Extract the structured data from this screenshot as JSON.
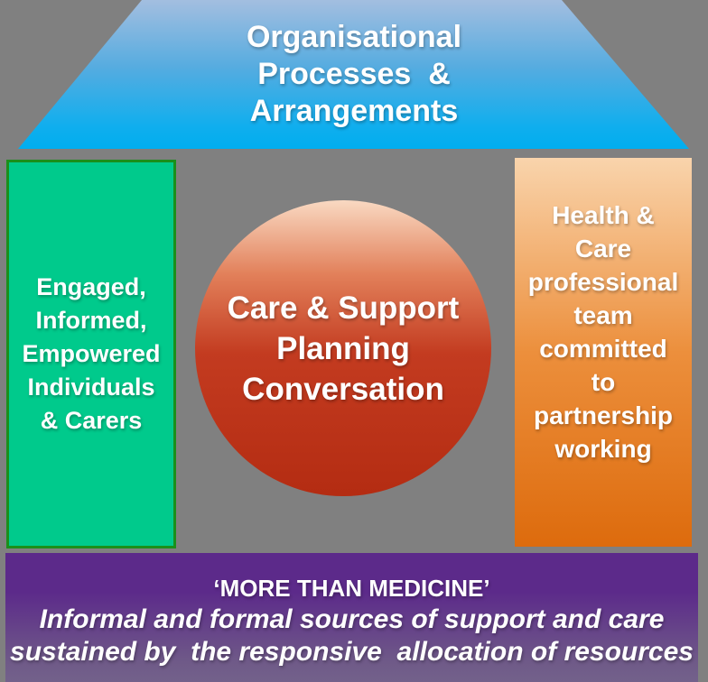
{
  "colors": {
    "background": "#808080",
    "trapezoid_top": "#A3BEE0",
    "trapezoid_bottom": "#00AEEF",
    "left_box_fill": "#00CA8C",
    "left_box_border": "#1B8F1B",
    "circle_top": "#F9D9C2",
    "circle_bottom": "#B42C12",
    "right_box_top": "#F9D4AC",
    "right_box_bottom": "#DD6B0D",
    "bottom_bar_top": "#5C2A8A",
    "bottom_bar_bottom": "#73618B",
    "text": "#FFFFFF"
  },
  "trapezoid": {
    "lines": [
      "Organisational",
      "Processes  &",
      "Arrangements"
    ]
  },
  "left_box": {
    "lines": [
      "Engaged,",
      "Informed,",
      "Empowered",
      "Individuals",
      "& Carers"
    ]
  },
  "circle": {
    "lines": [
      "Care & Support",
      "Planning",
      "Conversation"
    ]
  },
  "right_box": {
    "lines": [
      "Health &",
      "Care",
      "professional",
      "team",
      "committed",
      "to",
      "partnership",
      "working"
    ]
  },
  "bottom_bar": {
    "title": "‘MORE THAN MEDICINE’",
    "line2": "Informal and formal sources of support and care",
    "line3": "sustained by  the responsive  allocation of resources"
  }
}
